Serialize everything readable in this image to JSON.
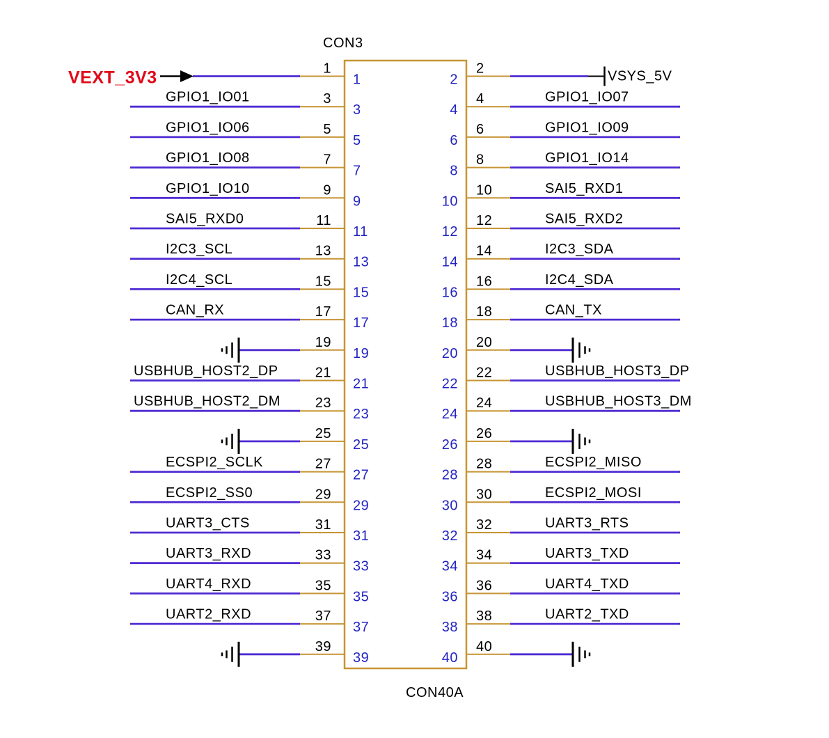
{
  "connector": {
    "refdes": "CON3",
    "part_number": "CON40A"
  },
  "colors": {
    "wire": "#4f2bd3",
    "pin_and_body": "#c79434",
    "pin_number_inside": "#2323c3",
    "text_black": "#000000",
    "power_label_left": "#e10a19"
  },
  "pins_left": [
    {
      "num": "1",
      "label": "VEXT_3V3",
      "kind": "power"
    },
    {
      "num": "3",
      "label": "GPIO1_IO01",
      "kind": "net"
    },
    {
      "num": "5",
      "label": "GPIO1_IO06",
      "kind": "net"
    },
    {
      "num": "7",
      "label": "GPIO1_IO08",
      "kind": "net"
    },
    {
      "num": "9",
      "label": "GPIO1_IO10",
      "kind": "net"
    },
    {
      "num": "11",
      "label": "SAI5_RXD0",
      "kind": "net"
    },
    {
      "num": "13",
      "label": "I2C3_SCL",
      "kind": "net"
    },
    {
      "num": "15",
      "label": "I2C4_SCL",
      "kind": "net"
    },
    {
      "num": "17",
      "label": "CAN_RX",
      "kind": "net"
    },
    {
      "num": "19",
      "label": "",
      "kind": "gnd"
    },
    {
      "num": "21",
      "label": "USBHUB_HOST2_DP",
      "kind": "net"
    },
    {
      "num": "23",
      "label": "USBHUB_HOST2_DM",
      "kind": "net"
    },
    {
      "num": "25",
      "label": "",
      "kind": "gnd"
    },
    {
      "num": "27",
      "label": "ECSPI2_SCLK",
      "kind": "net"
    },
    {
      "num": "29",
      "label": "ECSPI2_SS0",
      "kind": "net"
    },
    {
      "num": "31",
      "label": "UART3_CTS",
      "kind": "net"
    },
    {
      "num": "33",
      "label": "UART3_RXD",
      "kind": "net"
    },
    {
      "num": "35",
      "label": "UART4_RXD",
      "kind": "net"
    },
    {
      "num": "37",
      "label": "UART2_RXD",
      "kind": "net"
    },
    {
      "num": "39",
      "label": "",
      "kind": "gnd"
    }
  ],
  "pins_right": [
    {
      "num": "2",
      "label": "VSYS_5V",
      "kind": "power"
    },
    {
      "num": "4",
      "label": "GPIO1_IO07",
      "kind": "net"
    },
    {
      "num": "6",
      "label": "GPIO1_IO09",
      "kind": "net"
    },
    {
      "num": "8",
      "label": "GPIO1_IO14",
      "kind": "net"
    },
    {
      "num": "10",
      "label": "SAI5_RXD1",
      "kind": "net"
    },
    {
      "num": "12",
      "label": "SAI5_RXD2",
      "kind": "net"
    },
    {
      "num": "14",
      "label": "I2C3_SDA",
      "kind": "net"
    },
    {
      "num": "16",
      "label": "I2C4_SDA",
      "kind": "net"
    },
    {
      "num": "18",
      "label": "CAN_TX",
      "kind": "net"
    },
    {
      "num": "20",
      "label": "",
      "kind": "gnd"
    },
    {
      "num": "22",
      "label": "USBHUB_HOST3_DP",
      "kind": "net"
    },
    {
      "num": "24",
      "label": "USBHUB_HOST3_DM",
      "kind": "net"
    },
    {
      "num": "26",
      "label": "",
      "kind": "gnd"
    },
    {
      "num": "28",
      "label": "ECSPI2_MISO",
      "kind": "net"
    },
    {
      "num": "30",
      "label": "ECSPI2_MOSI",
      "kind": "net"
    },
    {
      "num": "32",
      "label": "UART3_RTS",
      "kind": "net"
    },
    {
      "num": "34",
      "label": "UART3_TXD",
      "kind": "net"
    },
    {
      "num": "36",
      "label": "UART4_TXD",
      "kind": "net"
    },
    {
      "num": "38",
      "label": "UART2_TXD",
      "kind": "net"
    },
    {
      "num": "40",
      "label": "",
      "kind": "gnd"
    }
  ]
}
